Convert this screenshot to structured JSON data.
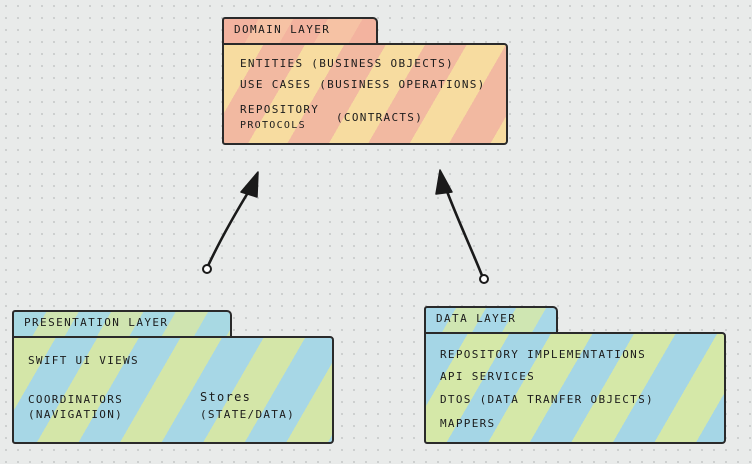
{
  "domain_layer": {
    "title": "Domain Layer",
    "items": [
      "Entities (Business Objects)",
      "Use Cases (Business Operations)",
      "Repository",
      "Protocols",
      "(Contracts)"
    ]
  },
  "presentation_layer": {
    "title": "Presentation Layer",
    "items": [
      "Swift UI Views",
      "Coordinators",
      "(Navigation)",
      "Stores",
      "(State/Data)"
    ]
  },
  "data_layer": {
    "title": "Data Layer",
    "items": [
      "Repository Implementations",
      "API Services",
      "DTOs (Data Tranfer Objects)",
      "Mappers"
    ]
  }
}
